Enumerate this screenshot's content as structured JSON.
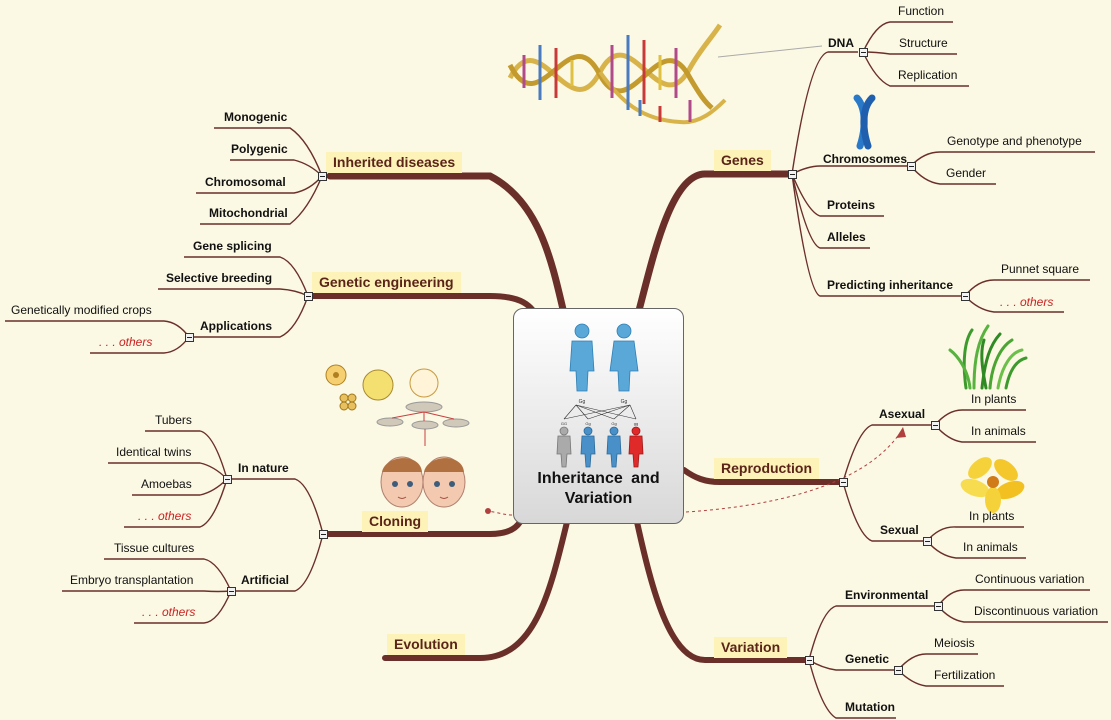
{
  "central": {
    "line1": "Inheritance  and",
    "line2": "Variation",
    "icon": "family-genetics-icon"
  },
  "colors": {
    "background": "#fbf8e3",
    "branch": "#6b2f2a",
    "topic_bg": "#fdf3b8",
    "topic_text": "#5a2418",
    "others_text": "#cc2222"
  },
  "topics": {
    "inherited": {
      "label": "Inherited diseases",
      "items": {
        "monogenic": "Monogenic",
        "polygenic": "Polygenic",
        "chromosomal": "Chromosomal",
        "mitochondrial": "Mitochondrial"
      }
    },
    "engineering": {
      "label": "Genetic engineering",
      "items": {
        "splicing": "Gene splicing",
        "breeding": "Selective breeding",
        "applications": "Applications"
      },
      "applications": {
        "crops": "Genetically modified crops",
        "others": ". . . others"
      }
    },
    "cloning": {
      "label": "Cloning",
      "in_nature": {
        "label": "In nature",
        "items": {
          "tubers": "Tubers",
          "twins": "Identical twins",
          "amoebas": "Amoebas",
          "others": ". . . others"
        }
      },
      "artificial": {
        "label": "Artificial",
        "items": {
          "tissue": "Tissue cultures",
          "embryo": "Embryo transplantation",
          "others": ". . . others"
        }
      }
    },
    "evolution": {
      "label": "Evolution"
    },
    "genes": {
      "label": "Genes",
      "dna": {
        "label": "DNA",
        "items": {
          "function": "Function",
          "structure": "Structure",
          "replication": "Replication"
        }
      },
      "chromosomes": {
        "label": "Chromosomes",
        "items": {
          "genotype": "Genotype and phenotype",
          "gender": "Gender"
        }
      },
      "proteins": "Proteins",
      "alleles": "Alleles",
      "predicting": {
        "label": "Predicting inheritance",
        "items": {
          "punnet": "Punnet square",
          "others": ". . . others"
        }
      }
    },
    "reproduction": {
      "label": "Reproduction",
      "asexual": {
        "label": "Asexual",
        "items": {
          "plants": "In plants",
          "animals": "In animals"
        }
      },
      "sexual": {
        "label": "Sexual",
        "items": {
          "plants": "In plants",
          "animals": "In animals"
        }
      }
    },
    "variation": {
      "label": "Variation",
      "environmental": {
        "label": "Environmental",
        "items": {
          "continuous": "Continuous variation",
          "discontinuous": "Discontinuous variation"
        }
      },
      "genetic": {
        "label": "Genetic",
        "items": {
          "meiosis": "Meiosis",
          "fertilization": "Fertilization"
        }
      },
      "mutation": "Mutation"
    }
  },
  "images": {
    "dna": "dna-helix-icon",
    "chromosome": "chromosome-icon",
    "grass": "grass-icon",
    "flower": "flower-icon",
    "cloning": "cloning-process-icon",
    "twins": "twin-babies-icon"
  }
}
